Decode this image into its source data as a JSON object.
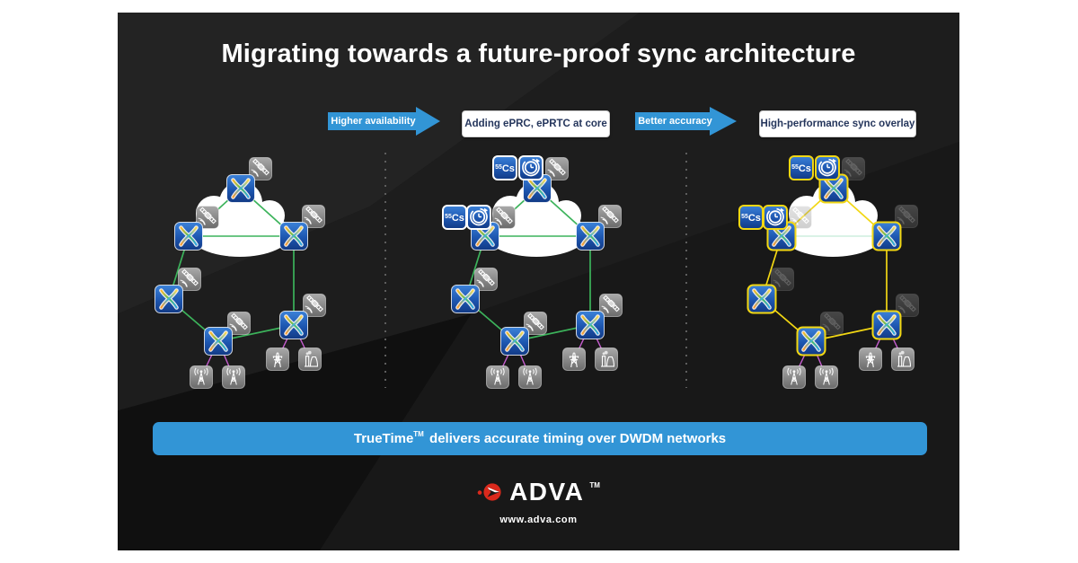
{
  "title": "Migrating towards a future-proof sync architecture",
  "flow": {
    "arrow1_label": "Higher availability",
    "box1_label": "Adding ePRC, ePRTC at core",
    "arrow2_label": "Better accuracy",
    "box2_label": "High-performance sync overlay"
  },
  "banner": {
    "pre": "TrueTime",
    "sup": "TM",
    "post": " delivers accurate timing over DWDM networks"
  },
  "footer": {
    "brand": "ADVA",
    "brand_sup": "TM",
    "url": "www.adva.com"
  },
  "icons": {
    "node": "cross-connect-icon",
    "satellite": "gnss-satellite-icon",
    "cesium": "cesium-clock-icon",
    "cs_sup": "55",
    "cs_text": "Cs",
    "clock": "prtc-clock-icon",
    "antenna": "cell-tower-icon",
    "power": "power-grid-icon",
    "factory": "power-plant-icon"
  },
  "colors": {
    "arrow_blue": "#3295d6",
    "banner_blue": "#3295d6",
    "label_navy": "#25365c",
    "green": "#3cb35b",
    "magenta": "#c65ecf",
    "yellow": "#f2d713",
    "node_blue": "#1d56b0",
    "gray_box": "#8f8f8f",
    "brand_red": "#da291c",
    "card_bg": "#181818"
  },
  "panels": [
    {
      "name": "stage-1-current-network",
      "core_clocks": false,
      "outline": "",
      "ring_color": "#3cb35b",
      "satellite_opacity": 1,
      "horizontal_color": "#3cb35b"
    },
    {
      "name": "stage-2-eprc-eprtc-core",
      "core_clocks": true,
      "outline": "",
      "ring_color": "#3cb35b",
      "satellite_opacity": 1,
      "horizontal_color": "#3cb35b"
    },
    {
      "name": "stage-3-sync-overlay",
      "core_clocks": true,
      "outline": "#f2d713",
      "ring_color": "#f2d713",
      "satellite_opacity": 0.32,
      "horizontal_color": "#cdeedd"
    }
  ]
}
